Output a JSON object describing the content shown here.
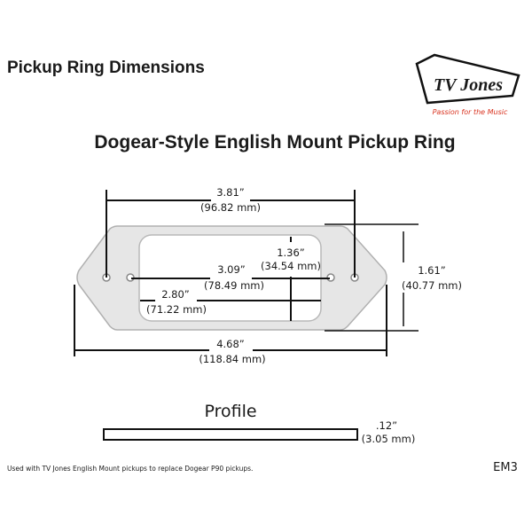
{
  "title": "Pickup Ring Dimensions",
  "subtitle": "Dogear-Style English Mount Pickup Ring",
  "logo": {
    "brand": "TV Jones",
    "tagline": "Passion for the Music",
    "accent": "#d9321f"
  },
  "dimensions": {
    "mount_hole_spacing": {
      "in": "3.81”",
      "mm": "(96.82 mm)"
    },
    "window_height": {
      "in": "1.36”",
      "mm": "(34.54 mm)"
    },
    "inner_hole_spacing": {
      "in": "3.09”",
      "mm": "(78.49 mm)"
    },
    "window_width": {
      "in": "2.80”",
      "mm": "(71.22 mm)"
    },
    "ring_height": {
      "in": "1.61”",
      "mm": "(40.77 mm)"
    },
    "ring_length": {
      "in": "4.68”",
      "mm": "(118.84 mm)"
    },
    "thickness": {
      "in": ".12”",
      "mm": "(3.05 mm)"
    }
  },
  "profile_label": "Profile",
  "footnote": "Used with TV Jones English Mount pickups to replace Dogear P90 pickups.",
  "model_code": "EM3"
}
